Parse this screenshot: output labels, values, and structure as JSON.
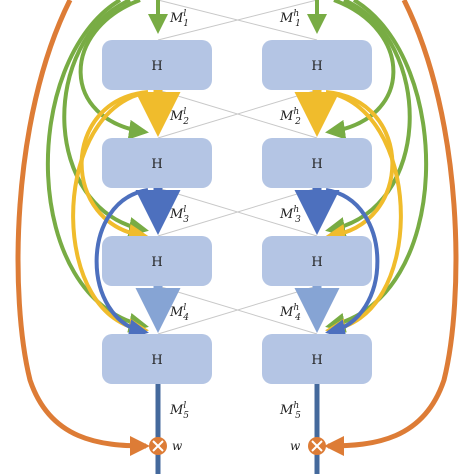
{
  "blocks": [
    {
      "label": "H"
    },
    {
      "label": "H"
    },
    {
      "label": "H"
    },
    {
      "label": "H"
    },
    {
      "label": "H"
    },
    {
      "label": "H"
    },
    {
      "label": "H"
    },
    {
      "label": "H"
    }
  ],
  "left_labels": [
    {
      "base": "M",
      "sub": "1",
      "sup": "l"
    },
    {
      "base": "M",
      "sub": "2",
      "sup": "l"
    },
    {
      "base": "M",
      "sub": "3",
      "sup": "l"
    },
    {
      "base": "M",
      "sub": "4",
      "sup": "l"
    },
    {
      "base": "M",
      "sub": "5",
      "sup": "l"
    }
  ],
  "right_labels": [
    {
      "base": "M",
      "sub": "1",
      "sup": "h"
    },
    {
      "base": "M",
      "sub": "2",
      "sup": "h"
    },
    {
      "base": "M",
      "sub": "3",
      "sup": "h"
    },
    {
      "base": "M",
      "sub": "4",
      "sup": "h"
    },
    {
      "base": "M",
      "sub": "5",
      "sup": "h"
    }
  ],
  "weight_label": "w",
  "colors": {
    "green": "#78ac44",
    "yellow": "#f0bc2c",
    "blue": "#4d70be",
    "light_blue": "#86a4d4",
    "orange": "#dd7c36",
    "trunk": "#44699c",
    "block": "#b4c5e4"
  }
}
